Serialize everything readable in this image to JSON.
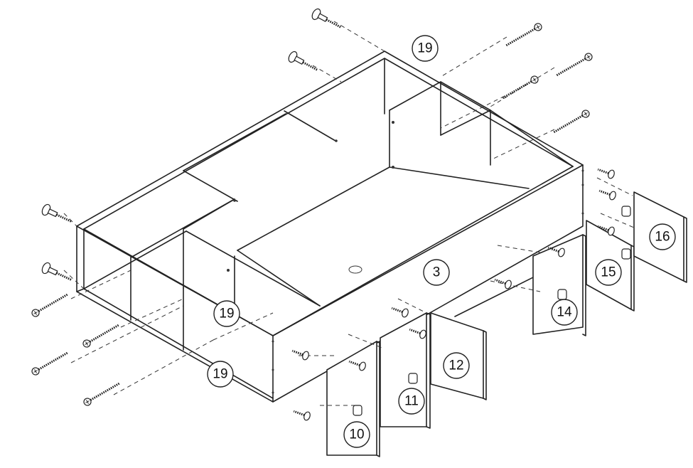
{
  "title": "",
  "parts": {
    "p19_top": "19",
    "p3": "3",
    "p19_left": "19",
    "p19_bottom": "19",
    "p16": "16",
    "p15": "15",
    "p14": "14",
    "p12": "12",
    "p11": "11",
    "p10": "10"
  },
  "icons": {
    "screw": "long-screw-icon",
    "cam_bolt": "cam-bolt-icon",
    "cam_lock": "cam-lock-icon",
    "dowel": "dowel-icon"
  },
  "colors": {
    "line": "#222222",
    "background": "#ffffff"
  }
}
